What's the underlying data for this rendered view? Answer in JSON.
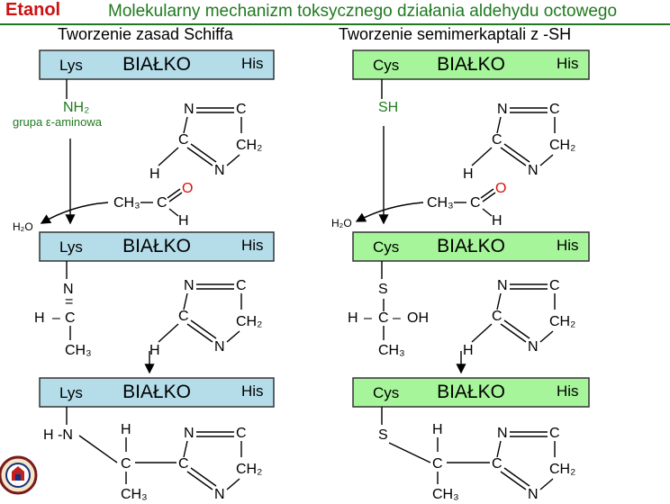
{
  "header": {
    "title": "Etanol",
    "subtitle": "Molekularny mechanizm toksycznego działania aldehydu octowego"
  },
  "left": {
    "title": "Tworzenie zasad Schiffa",
    "protein": "BIAŁKO",
    "residue": "Lys",
    "his": "His",
    "nh2": "NH₂",
    "amino_label": "grupa ε-aminowa",
    "h2o": "H₂O",
    "ch3": "CH₃",
    "c": "C",
    "o": "O",
    "h": "H",
    "n": "N",
    "ch2": "CH₂",
    "eq": "=",
    "dash": "–",
    "hn": "H -N"
  },
  "right": {
    "title": "Tworzenie semimerkaptali z -SH",
    "protein": "BIAŁKO",
    "residue": "Cys",
    "his": "His",
    "sh": "SH",
    "s": "S",
    "oh": "OH",
    "h2o": "H₂O",
    "ch3": "CH₃",
    "c": "C",
    "o": "O",
    "h": "H",
    "n": "N",
    "ch2": "CH₂",
    "dash": "–"
  },
  "colors": {
    "lys_box": "#b4dde9",
    "cys_box": "#a6f59a",
    "title_red": "#cc1111",
    "subtitle_green": "#1f7a1f",
    "oxygen_red": "#dd1111"
  }
}
